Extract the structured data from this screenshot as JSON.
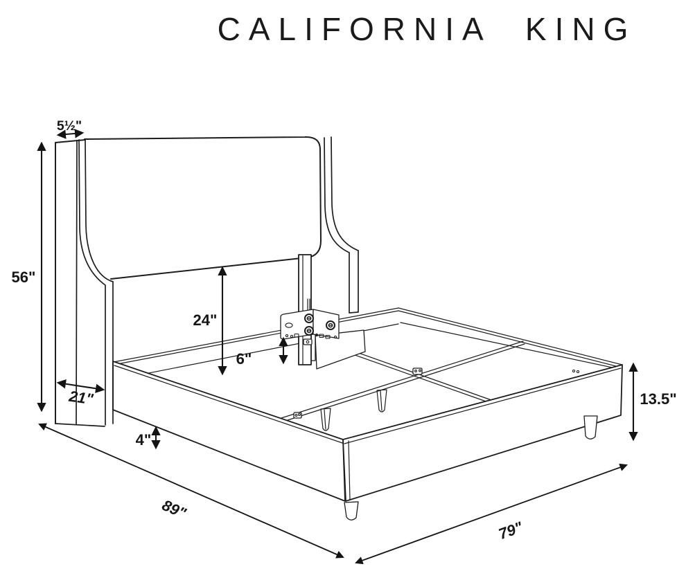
{
  "title": "CALIFORNIA KING",
  "diagram": {
    "subject": "wingback upholstered platform bed frame",
    "style": "black line drawing on white, three-quarter perspective",
    "line_color": "#1c1c1c",
    "background_color": "#ffffff"
  },
  "dims": {
    "headboard_thickness": {
      "label": "5½\"",
      "value": 5.5,
      "unit": "in",
      "measures": "headboard side panel thickness"
    },
    "headboard_height": {
      "label": "56\"",
      "value": 56,
      "unit": "in",
      "measures": "headboard height from floor"
    },
    "wing_depth": {
      "label": "21\"",
      "value": 21,
      "unit": "in",
      "measures": "headboard wing / side panel depth"
    },
    "panel_clearance": {
      "label": "24\"",
      "value": 24,
      "unit": "in",
      "measures": "upholstered panel bottom to platform"
    },
    "rail_lip": {
      "label": "6\"",
      "value": 6,
      "unit": "in",
      "measures": "rail lip height at head"
    },
    "leg_height": {
      "label": "4\"",
      "value": 4,
      "unit": "in",
      "measures": "floor clearance under rail"
    },
    "platform_height": {
      "label": "13.5\"",
      "value": 13.5,
      "unit": "in",
      "measures": "floor to top of side rail"
    },
    "overall_length": {
      "label": "89\"",
      "value": 89,
      "unit": "in",
      "measures": "overall bed length"
    },
    "overall_width": {
      "label": "79\"",
      "value": 79,
      "unit": "in",
      "measures": "overall bed width"
    }
  }
}
